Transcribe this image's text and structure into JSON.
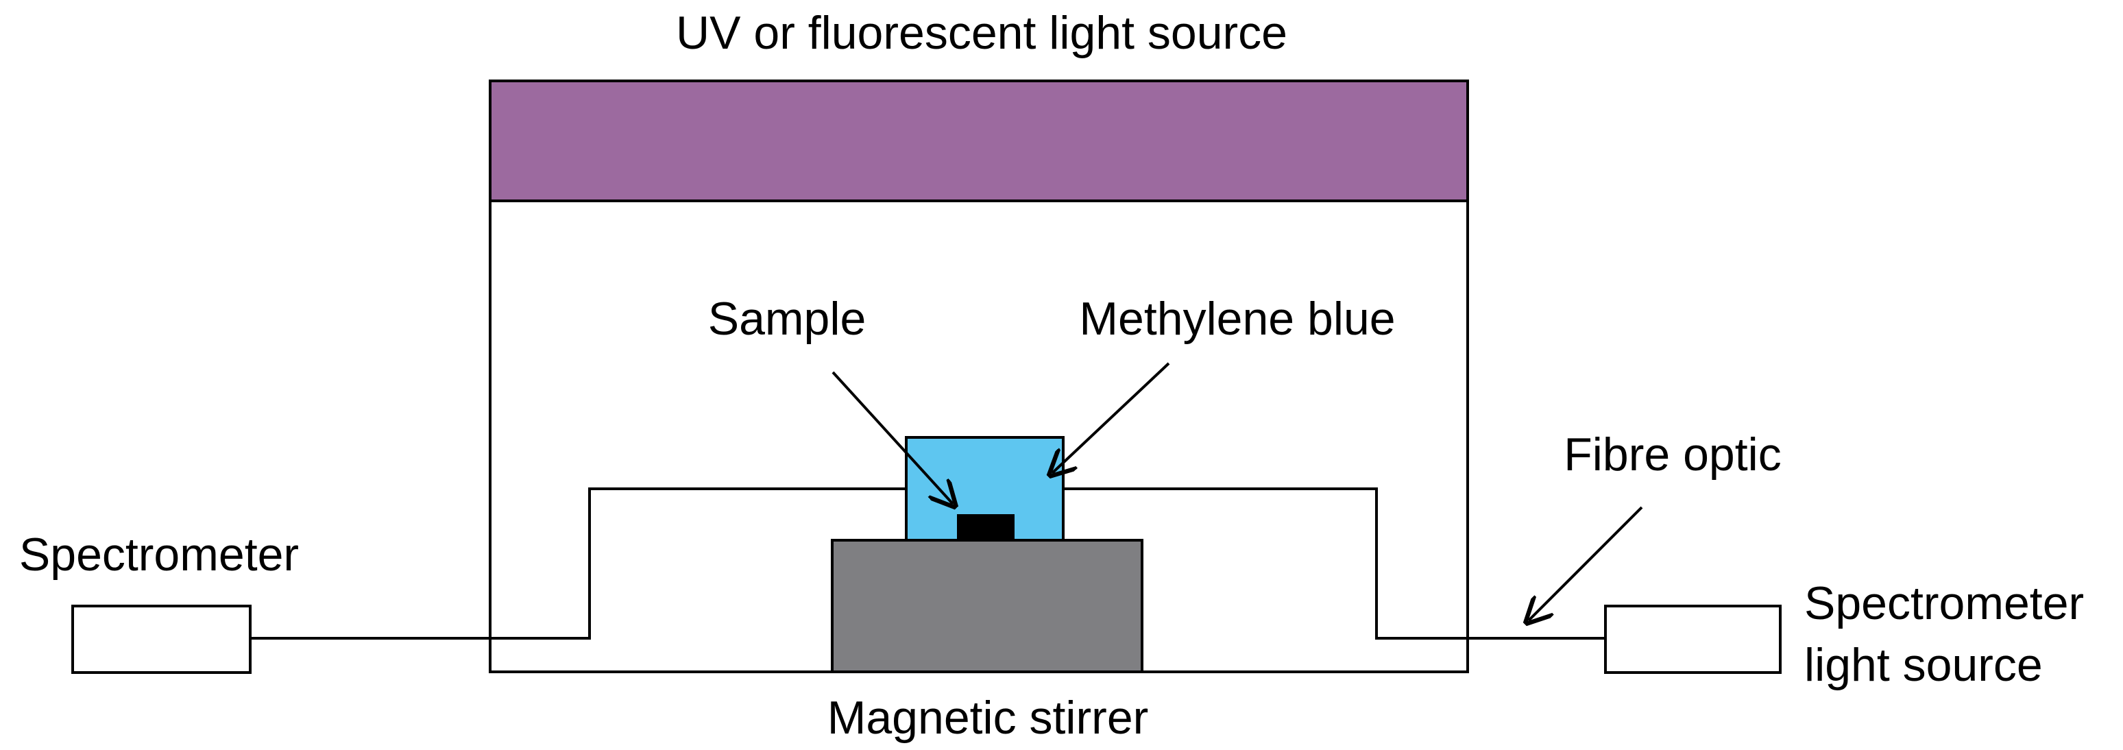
{
  "labels": {
    "light_source": "UV or fluorescent light source",
    "sample": "Sample",
    "methylene_blue": "Methylene blue",
    "fibre_optic": "Fibre optic",
    "spectrometer": "Spectrometer",
    "spectrometer_light_source_line1": "Spectrometer",
    "spectrometer_light_source_line2": "light source",
    "magnetic_stirrer": "Magnetic stirrer"
  },
  "colors": {
    "light_source_fill": "#9c6a9f",
    "methylene_blue_fill": "#5ec6f0",
    "sample_fill": "#000000",
    "stirrer_fill": "#7f7f82",
    "line": "#000000"
  }
}
